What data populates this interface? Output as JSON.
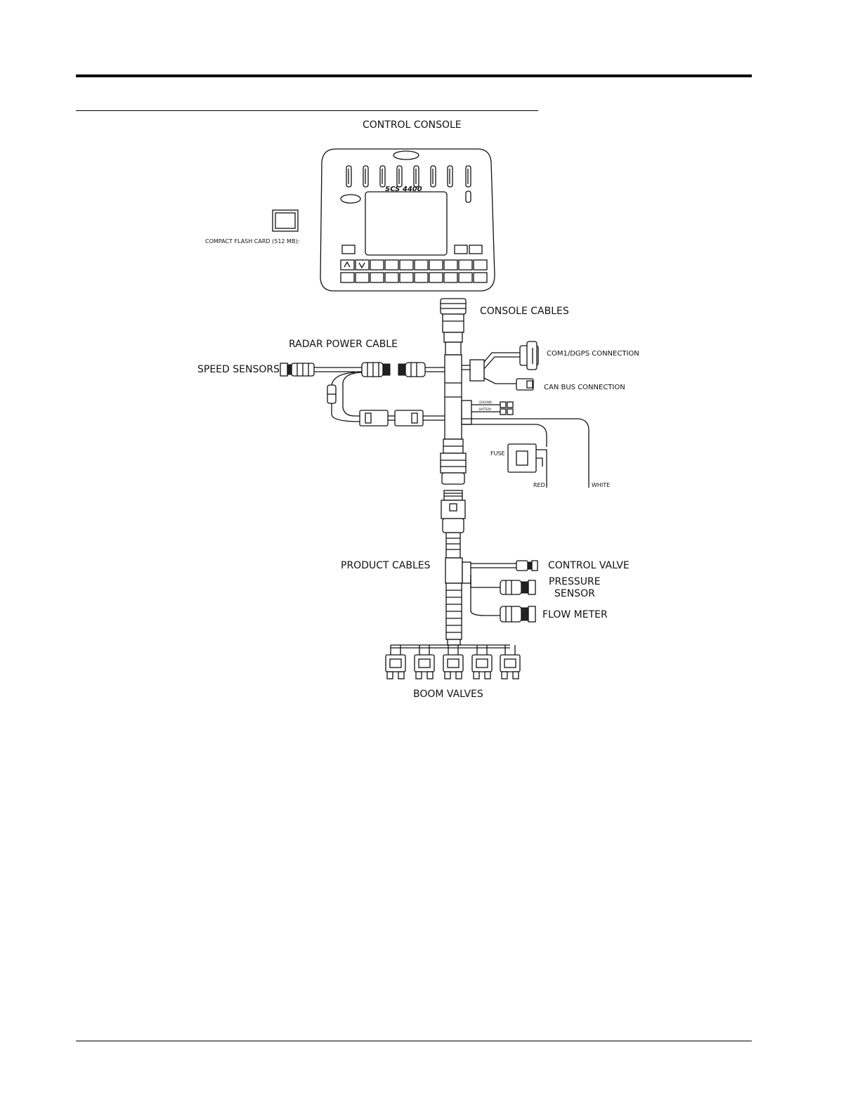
{
  "diagram": {
    "labels": {
      "control_console": "CONTROL CONSOLE",
      "compact_flash": "COMPACT FLASH CARD (512 MB):",
      "console_cables": "CONSOLE CABLES",
      "radar_power_cable": "RADAR POWER CABLE",
      "speed_sensors": "SPEED SENSORS",
      "com1_dgps": "COM1/DGPS CONNECTION",
      "can_bus": "CAN BUS CONNECTION",
      "fuse": "FUSE",
      "red": "RED",
      "white": "WHITE",
      "product_cables": "PRODUCT CABLES",
      "control_valve": "CONTROL VALVE",
      "pressure": "PRESSURE",
      "sensor": "SENSOR",
      "flow_meter": "FLOW METER",
      "boom_valves": "BOOM VALVES"
    },
    "console_model": "SCS 4400"
  }
}
